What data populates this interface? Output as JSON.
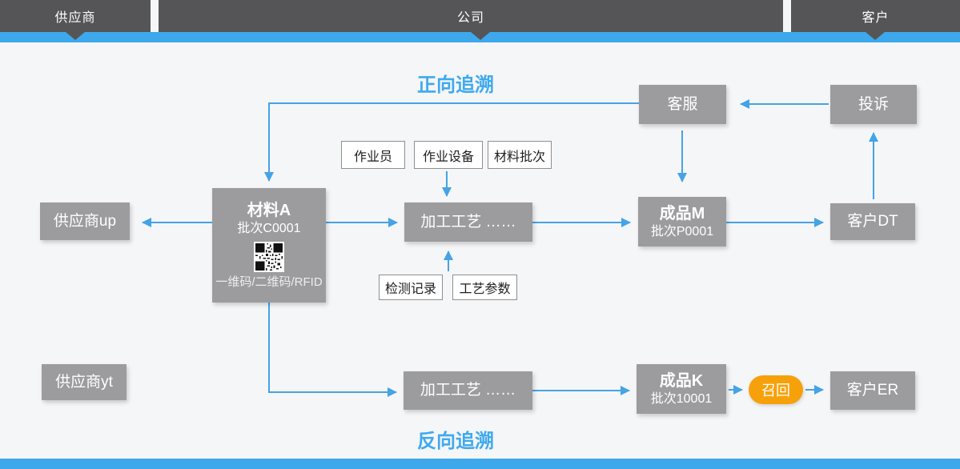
{
  "header": {
    "sections": [
      {
        "label": "供应商"
      },
      {
        "label": "公司"
      },
      {
        "label": "客户"
      }
    ]
  },
  "titles": {
    "forward": "正向追溯",
    "backward": "反向追溯"
  },
  "nodes": {
    "supplier_up": {
      "label": "供应商up"
    },
    "material_a": {
      "title": "材料A",
      "batch": "批次C0001",
      "codes": "一维码/二维码/RFID"
    },
    "process_top": {
      "label": "加工工艺  ……"
    },
    "product_m": {
      "title": "成品M",
      "batch": "批次P0001"
    },
    "customer_dt": {
      "label": "客户DT"
    },
    "service": {
      "label": "客服"
    },
    "complaint": {
      "label": "投诉"
    },
    "supplier_yt": {
      "label": "供应商yt"
    },
    "process_bottom": {
      "label": "加工工艺  ……"
    },
    "product_k": {
      "title": "成品K",
      "batch": "批次10001"
    },
    "recall": {
      "label": "召回"
    },
    "customer_er": {
      "label": "客户ER"
    }
  },
  "tags": {
    "operator": "作业员",
    "equipment": "作业设备",
    "material_batch": "材料批次",
    "inspection": "检测记录",
    "parameters": "工艺参数"
  },
  "colors": {
    "accent_blue": "#3DA8EC",
    "arrow_blue": "#45A3E6",
    "title_blue": "#3FA9EE",
    "node_gray": "#9C9C9E",
    "header_gray": "#555557",
    "recall_orange": "#F7A10A",
    "background": "#F5F6F8"
  }
}
